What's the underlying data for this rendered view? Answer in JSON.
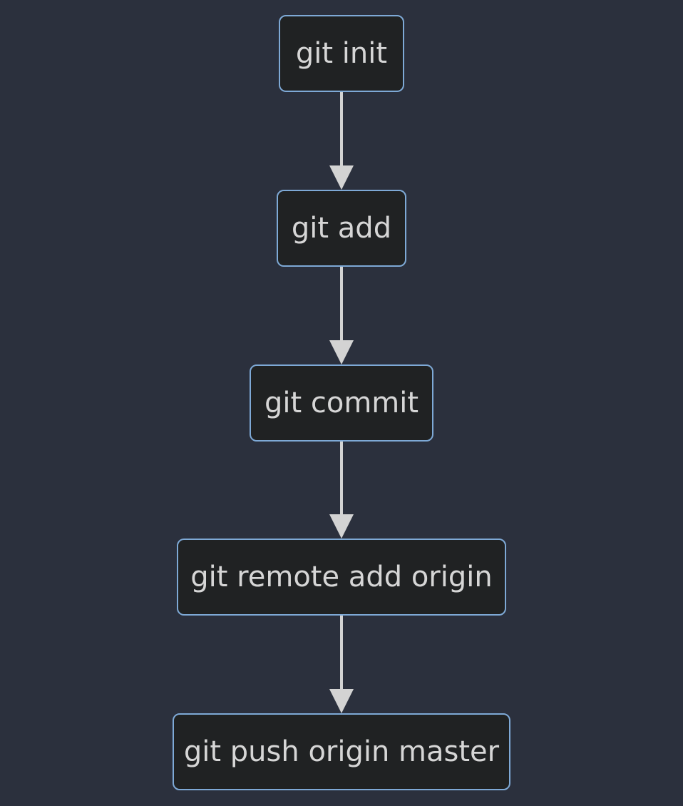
{
  "diagram": {
    "type": "flowchart",
    "direction": "top-down",
    "colors": {
      "background": "#2b303d",
      "node_fill": "#202223",
      "node_border": "#7ea9d6",
      "text": "#d6d6d6",
      "edge": "#d3d3d3"
    },
    "nodes": [
      {
        "id": "init",
        "label": "git init"
      },
      {
        "id": "add",
        "label": "git add"
      },
      {
        "id": "commit",
        "label": "git commit"
      },
      {
        "id": "remote",
        "label": "git remote add origin"
      },
      {
        "id": "push",
        "label": "git push origin master"
      }
    ],
    "edges": [
      {
        "from": "init",
        "to": "add"
      },
      {
        "from": "add",
        "to": "commit"
      },
      {
        "from": "commit",
        "to": "remote"
      },
      {
        "from": "remote",
        "to": "push"
      }
    ]
  }
}
